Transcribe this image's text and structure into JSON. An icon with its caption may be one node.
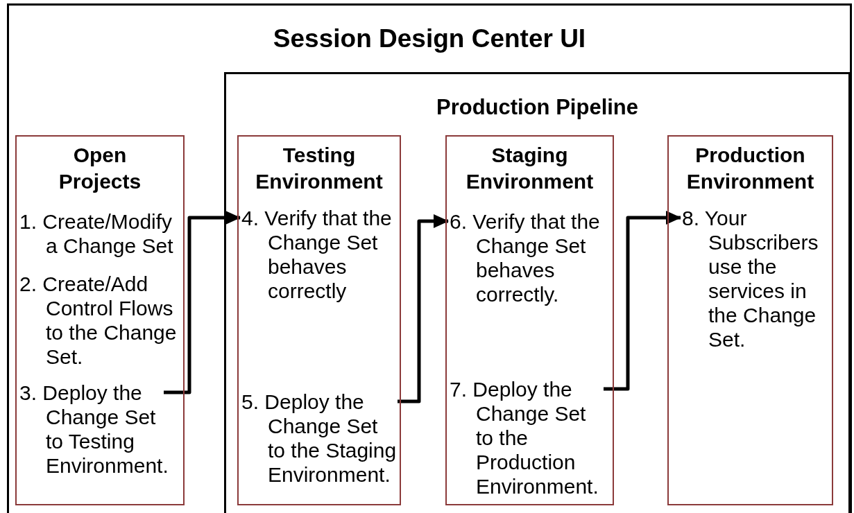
{
  "diagram": {
    "nodes": [
      {
        "text": [
          "Session Design Center UI"
        ]
      },
      {
        "text": [
          "Open Projects"
        ],
        "in": 0
      },
      {
        "text": [
          "1. Create/Modify a Change Set"
        ],
        "in": 1
      },
      {
        "text": [
          "2. Create/Add Control Flows to the Change Set."
        ],
        "in": 1
      },
      {
        "text": [
          "3. Deploy the Change Set to Testing Environment."
        ],
        "in": 1
      },
      {
        "text": [
          "Production Pipeline"
        ],
        "in": 0
      },
      {
        "text": [
          "Testing Environment"
        ],
        "in": 5
      },
      {
        "text": [
          "4. Verify that the Change Set behaves correctly"
        ],
        "in": 6
      },
      {
        "text": [
          "5. Deploy the Change Set to the Staging Environment."
        ],
        "in": 6
      },
      {
        "text": [
          "Staging Environment"
        ],
        "in": 5
      },
      {
        "text": [
          "6. Verify that the Change Set behaves correctly."
        ],
        "in": 9
      },
      {
        "text": [
          "7. Deploy the Change Set to the Production Environment."
        ],
        "in": 9
      },
      {
        "text": [
          "Production Environment"
        ],
        "in": 5
      },
      {
        "text": [
          "8. Your Subscribers use the services in the Change Set."
        ],
        "in": 12
      }
    ],
    "edges": [
      {
        "from": 4,
        "to": 7,
        "arrow": "to"
      },
      {
        "from": 8,
        "to": 10,
        "arrow": "to"
      },
      {
        "from": 11,
        "to": 13,
        "arrow": "to"
      }
    ]
  }
}
